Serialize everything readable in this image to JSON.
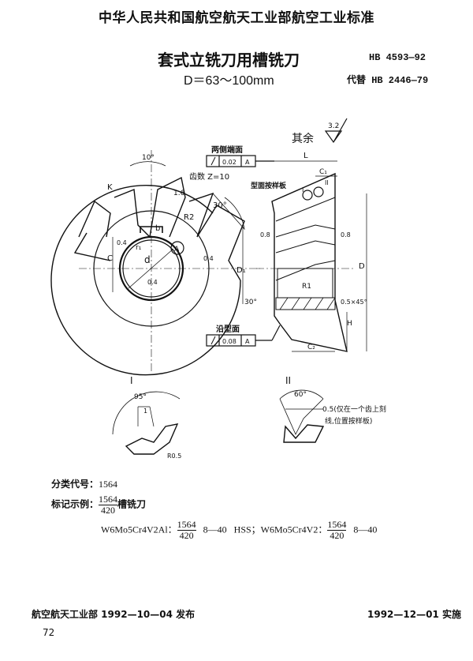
{
  "header": {
    "organization_standard": "中华人民共和国航空航天工业部航空工业标准"
  },
  "title": {
    "name": "套式立铣刀用槽铣刀",
    "standard_no": "HB 4593—92",
    "range": "D＝63～100mm",
    "replaces": "代替 HB 2446—79"
  },
  "drawing": {
    "roughness_note": "其余",
    "roughness_value": "3.2",
    "both_end_faces": "两侧端面",
    "tol_end_value": "0.02",
    "datum": "A",
    "along_profile": "沿型面",
    "tol_profile_value": "0.08",
    "teeth": "齿数 Z=10",
    "profile_template": "型面按样板",
    "labels": {
      "angle10": "10°",
      "k": "K",
      "r16": "1.6",
      "r2": "R2",
      "angle30": "30°",
      "b": "b",
      "c": "C",
      "d": "d",
      "r1": "r₁",
      "a_circle": "A",
      "r04a": "0.4",
      "r04b": "0.4",
      "r04c": "0.4",
      "L": "L",
      "C1": "C₁",
      "I": "I",
      "II": "II",
      "r08a": "0.8",
      "r08b": "0.8",
      "D1": "D₁",
      "D": "D",
      "R1": "R1",
      "angle30b": "30°",
      "chamfer": "0.5×45°",
      "H": "H",
      "C2": "C₂"
    },
    "detail_I": {
      "label": "I",
      "angle": "95°",
      "dim": "1",
      "radius": "R0.5"
    },
    "detail_II": {
      "label": "II",
      "angle": "60°",
      "note_line1": "0.5(仅在一个齿上刻",
      "note_line2": "线,位置按样板)"
    }
  },
  "classification": {
    "label": "分类代号：",
    "code": "1564"
  },
  "marking_example": {
    "label": "标记示例：",
    "num": "1564",
    "den": "420",
    "name": "槽铣刀",
    "ex1_material": "W6Mo5Cr4V2Al：",
    "ex1_num": "1564",
    "ex1_den": "420",
    "ex1_size": "8—40",
    "ex2_material": "HSS；W6Mo5Cr4V2：",
    "ex2_num": "1564",
    "ex2_den": "420",
    "ex2_size": "8—40"
  },
  "footer": {
    "issued": "航空航天工业部 1992—10—04 发布",
    "effective": "1992—12—01 实施",
    "page": "72"
  }
}
